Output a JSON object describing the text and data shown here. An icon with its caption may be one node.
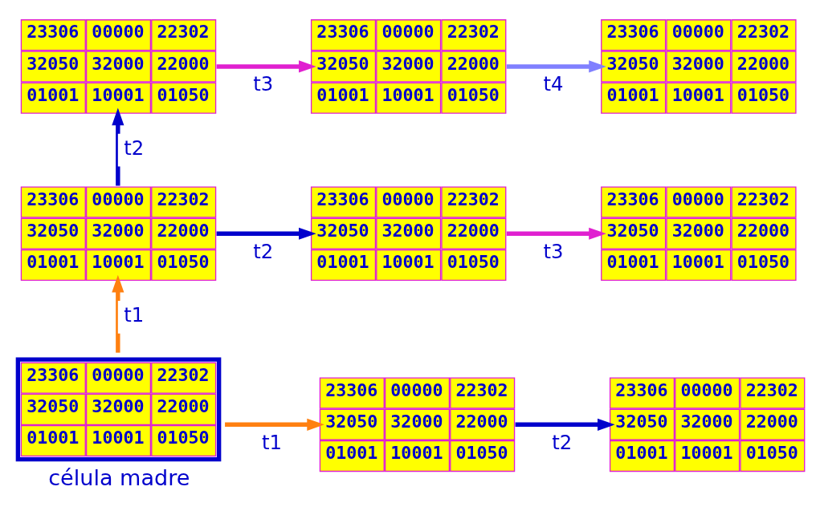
{
  "diagram": {
    "nodes": [
      {
        "text": [
          "23306",
          "00000",
          "22302",
          "32050",
          "32000",
          "22000",
          "01001",
          "10001",
          "01050"
        ]
      },
      {
        "text": [
          "23306",
          "00000",
          "22302",
          "32050",
          "32000",
          "22000",
          "01001",
          "10001",
          "01050"
        ]
      },
      {
        "text": [
          "23306",
          "00000",
          "22302",
          "32050",
          "32000",
          "22000",
          "01001",
          "10001",
          "01050"
        ]
      },
      {
        "text": [
          "23306",
          "00000",
          "22302",
          "32050",
          "32000",
          "22000",
          "01001",
          "10001",
          "01050"
        ]
      },
      {
        "text": [
          "23306",
          "00000",
          "22302",
          "32050",
          "32000",
          "22000",
          "01001",
          "10001",
          "01050"
        ]
      },
      {
        "text": [
          "23306",
          "00000",
          "22302",
          "32050",
          "32000",
          "22000",
          "01001",
          "10001",
          "01050"
        ]
      },
      {
        "text": [
          "23306",
          "00000",
          "22302",
          "32050",
          "32000",
          "22000",
          "01001",
          "10001",
          "01050"
        ],
        "beside": [
          "célula madre"
        ]
      },
      {
        "text": [
          "23306",
          "00000",
          "22302",
          "32050",
          "32000",
          "22000",
          "01001",
          "10001",
          "01050"
        ]
      },
      {
        "text": [
          "23306",
          "00000",
          "22302",
          "32050",
          "32000",
          "22000",
          "01001",
          "10001",
          "01050"
        ]
      }
    ],
    "edges": [
      {
        "from": 0,
        "to": 1,
        "arrow": "to",
        "label": "t3",
        "color": "#e020d0"
      },
      {
        "from": 1,
        "to": 2,
        "arrow": "to",
        "label": "t4",
        "color": "#8080ff"
      },
      {
        "from": 3,
        "to": 0,
        "arrow": "to",
        "label": "t2"
      },
      {
        "from": 3,
        "to": 4,
        "arrow": "to",
        "label": "t2"
      },
      {
        "from": 4,
        "to": 5,
        "arrow": "to",
        "label": "t3",
        "color": "#e020d0"
      },
      {
        "from": 6,
        "to": 3,
        "arrow": "to",
        "label": "t1",
        "color": "#ff8010"
      },
      {
        "from": 6,
        "to": 7,
        "arrow": "to",
        "label": "t1",
        "color": "#ff8010"
      },
      {
        "from": 7,
        "to": 8,
        "arrow": "to",
        "label": "t2"
      }
    ]
  }
}
